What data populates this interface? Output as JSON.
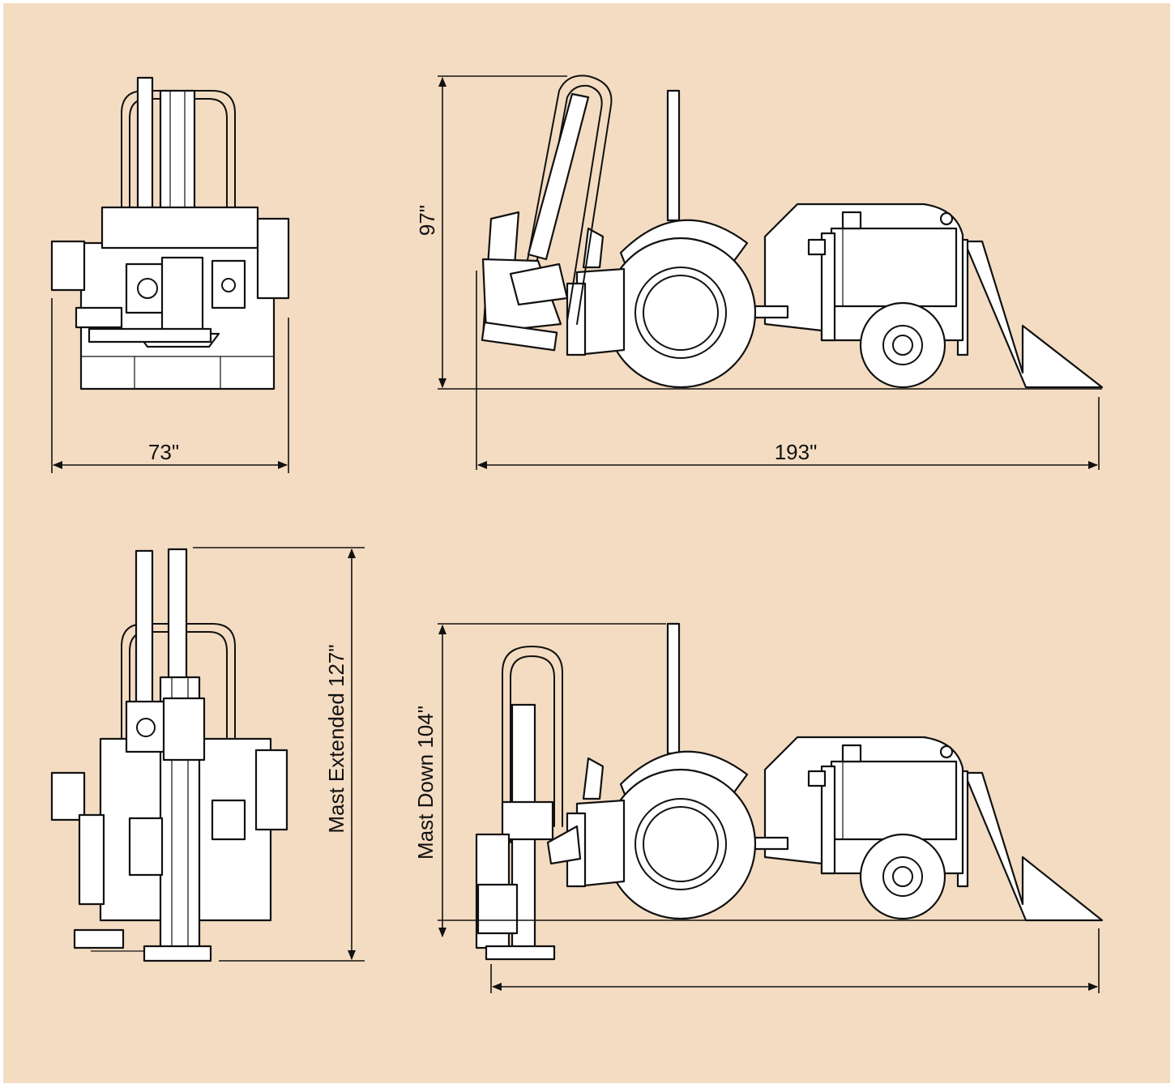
{
  "colors": {
    "background": "#f4dcc2",
    "line": "#111111",
    "fill": "#ffffff"
  },
  "dimensions": {
    "front_width": "73\"",
    "side_height": "97\"",
    "side_length": "193\"",
    "mast_extended": "Mast Extended 127\"",
    "mast_down": "Mast Down 104\""
  }
}
